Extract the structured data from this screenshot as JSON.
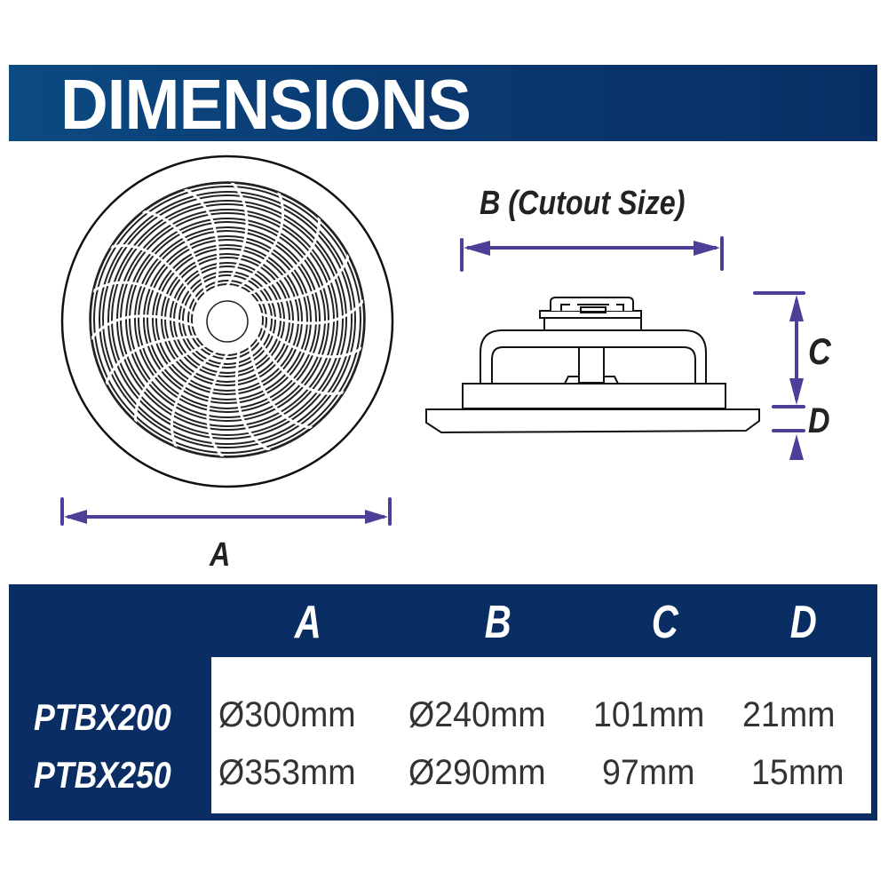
{
  "header": {
    "title": "DIMENSIONS"
  },
  "diagram": {
    "front_view": {
      "dimension_label": "A"
    },
    "side_view": {
      "cutout_label": "B (Cutout Size)",
      "height_label": "C",
      "flange_label": "D"
    },
    "colors": {
      "dimension_arrow": "#4b3f98",
      "banner": "#0a3a72",
      "table_bg": "#0a2e63"
    }
  },
  "table": {
    "columns": [
      "A",
      "B",
      "C",
      "D"
    ],
    "rows": [
      {
        "model": "PTBX200",
        "A": "Ø300mm",
        "B": "Ø240mm",
        "C": "101mm",
        "D": "21mm"
      },
      {
        "model": "PTBX250",
        "A": "Ø353mm",
        "B": "Ø290mm",
        "C": "97mm",
        "D": "15mm"
      }
    ]
  }
}
